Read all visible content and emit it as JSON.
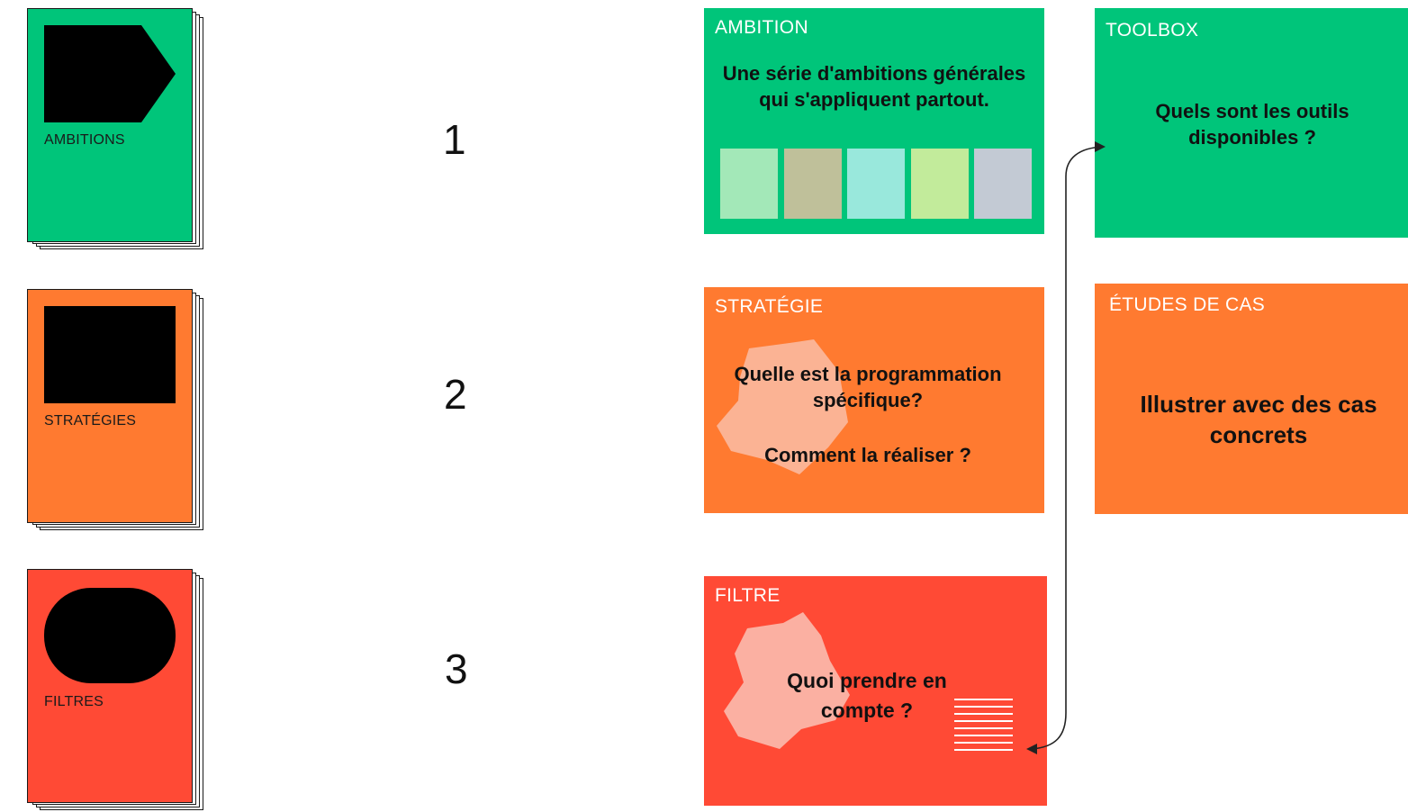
{
  "booklets": [
    {
      "label": "AMBITIONS",
      "color": "#00c57a",
      "icon": "pentagon-arrow-shape"
    },
    {
      "label": "STRATÉGIES",
      "color": "#ff7a30",
      "icon": "rectangle-shape"
    },
    {
      "label": "FILTRES",
      "color": "#ff4a35",
      "icon": "rounded-oval-shape"
    }
  ],
  "steps": [
    "1",
    "2",
    "3"
  ],
  "panels": {
    "ambition": {
      "title": "AMBITION",
      "text": "Une série d'ambitions générales qui s'appliquent partout.",
      "color": "#00c57a",
      "swatches": [
        "#a3e8b8",
        "#bfc09a",
        "#99e8dc",
        "#c2eb9b",
        "#c3cad4"
      ]
    },
    "toolbox": {
      "title": "TOOLBOX",
      "text": "Quels sont les outils disponibles ?",
      "color": "#00c57a"
    },
    "strategie": {
      "title": "STRATÉGIE",
      "text1": "Quelle est la programmation spécifique?",
      "text2": "Comment la réaliser ?",
      "color": "#ff7a30"
    },
    "etudes": {
      "title": "ÉTUDES DE CAS",
      "text": "Illustrer avec des cas concrets",
      "color": "#ff7a30"
    },
    "filtre": {
      "title": "FILTRE",
      "text": "Quoi prendre en compte ?",
      "color": "#ff4a35"
    }
  }
}
